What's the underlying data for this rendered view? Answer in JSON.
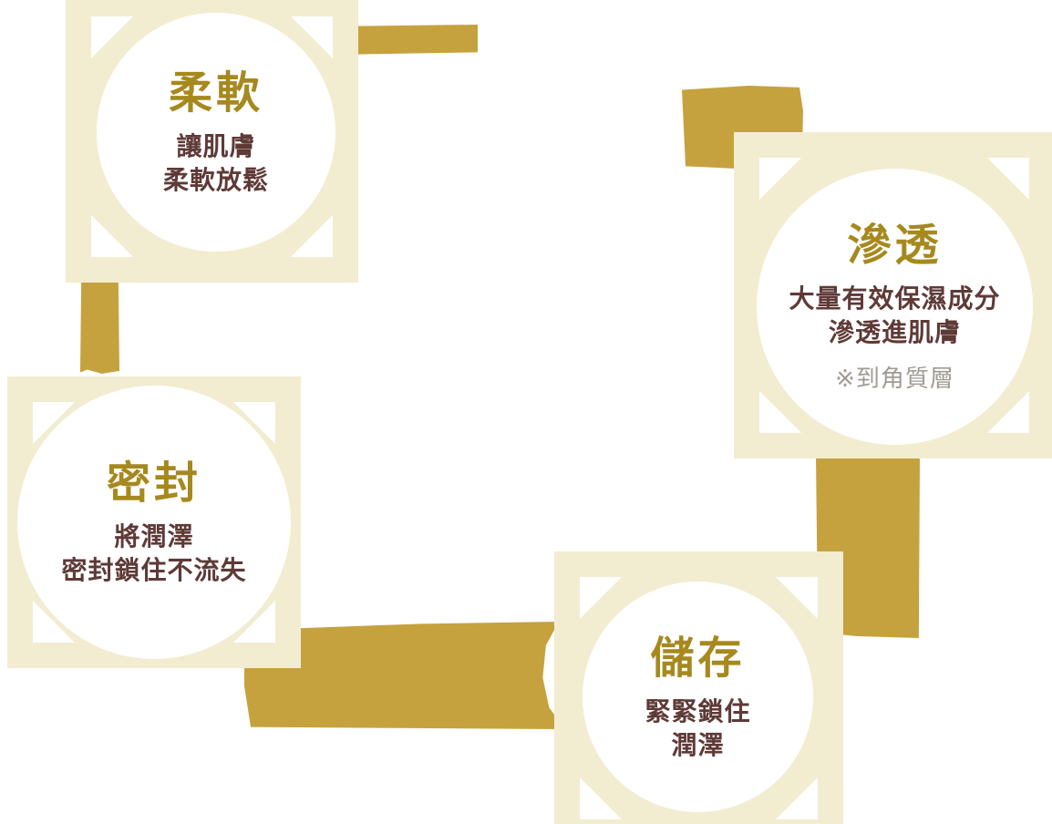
{
  "theme": {
    "card-bg": "#f2ecd1",
    "arrow": "#c5a23d",
    "step-title": "#a6891e",
    "step-text": "#5e3a37",
    "note-text": "#a09a94",
    "circle-bg": "#ffffff"
  },
  "diagram": {
    "type": "cycle-process",
    "steps": [
      {
        "key": "soft",
        "title": "柔軟",
        "line1": "讓肌膚",
        "line2": "柔軟放鬆"
      },
      {
        "key": "penetrate",
        "title": "滲透",
        "line1": "大量有效保濕成分",
        "line2": "滲透進肌膚",
        "note": "※到角質層"
      },
      {
        "key": "seal",
        "title": "密封",
        "line1": "將潤澤",
        "line2": "密封鎖住不流失"
      },
      {
        "key": "store",
        "title": "儲存",
        "line1": "緊緊鎖住",
        "line2": "潤澤"
      }
    ],
    "arrows": [
      {
        "icon": "brush-arrow",
        "from": "soft",
        "to": "penetrate"
      },
      {
        "icon": "brush-arrow",
        "from": "penetrate",
        "to": "store"
      },
      {
        "icon": "brush-arrow",
        "from": "store",
        "to": "seal"
      },
      {
        "icon": "brush-arrow",
        "from": "seal",
        "to": "soft"
      }
    ]
  }
}
